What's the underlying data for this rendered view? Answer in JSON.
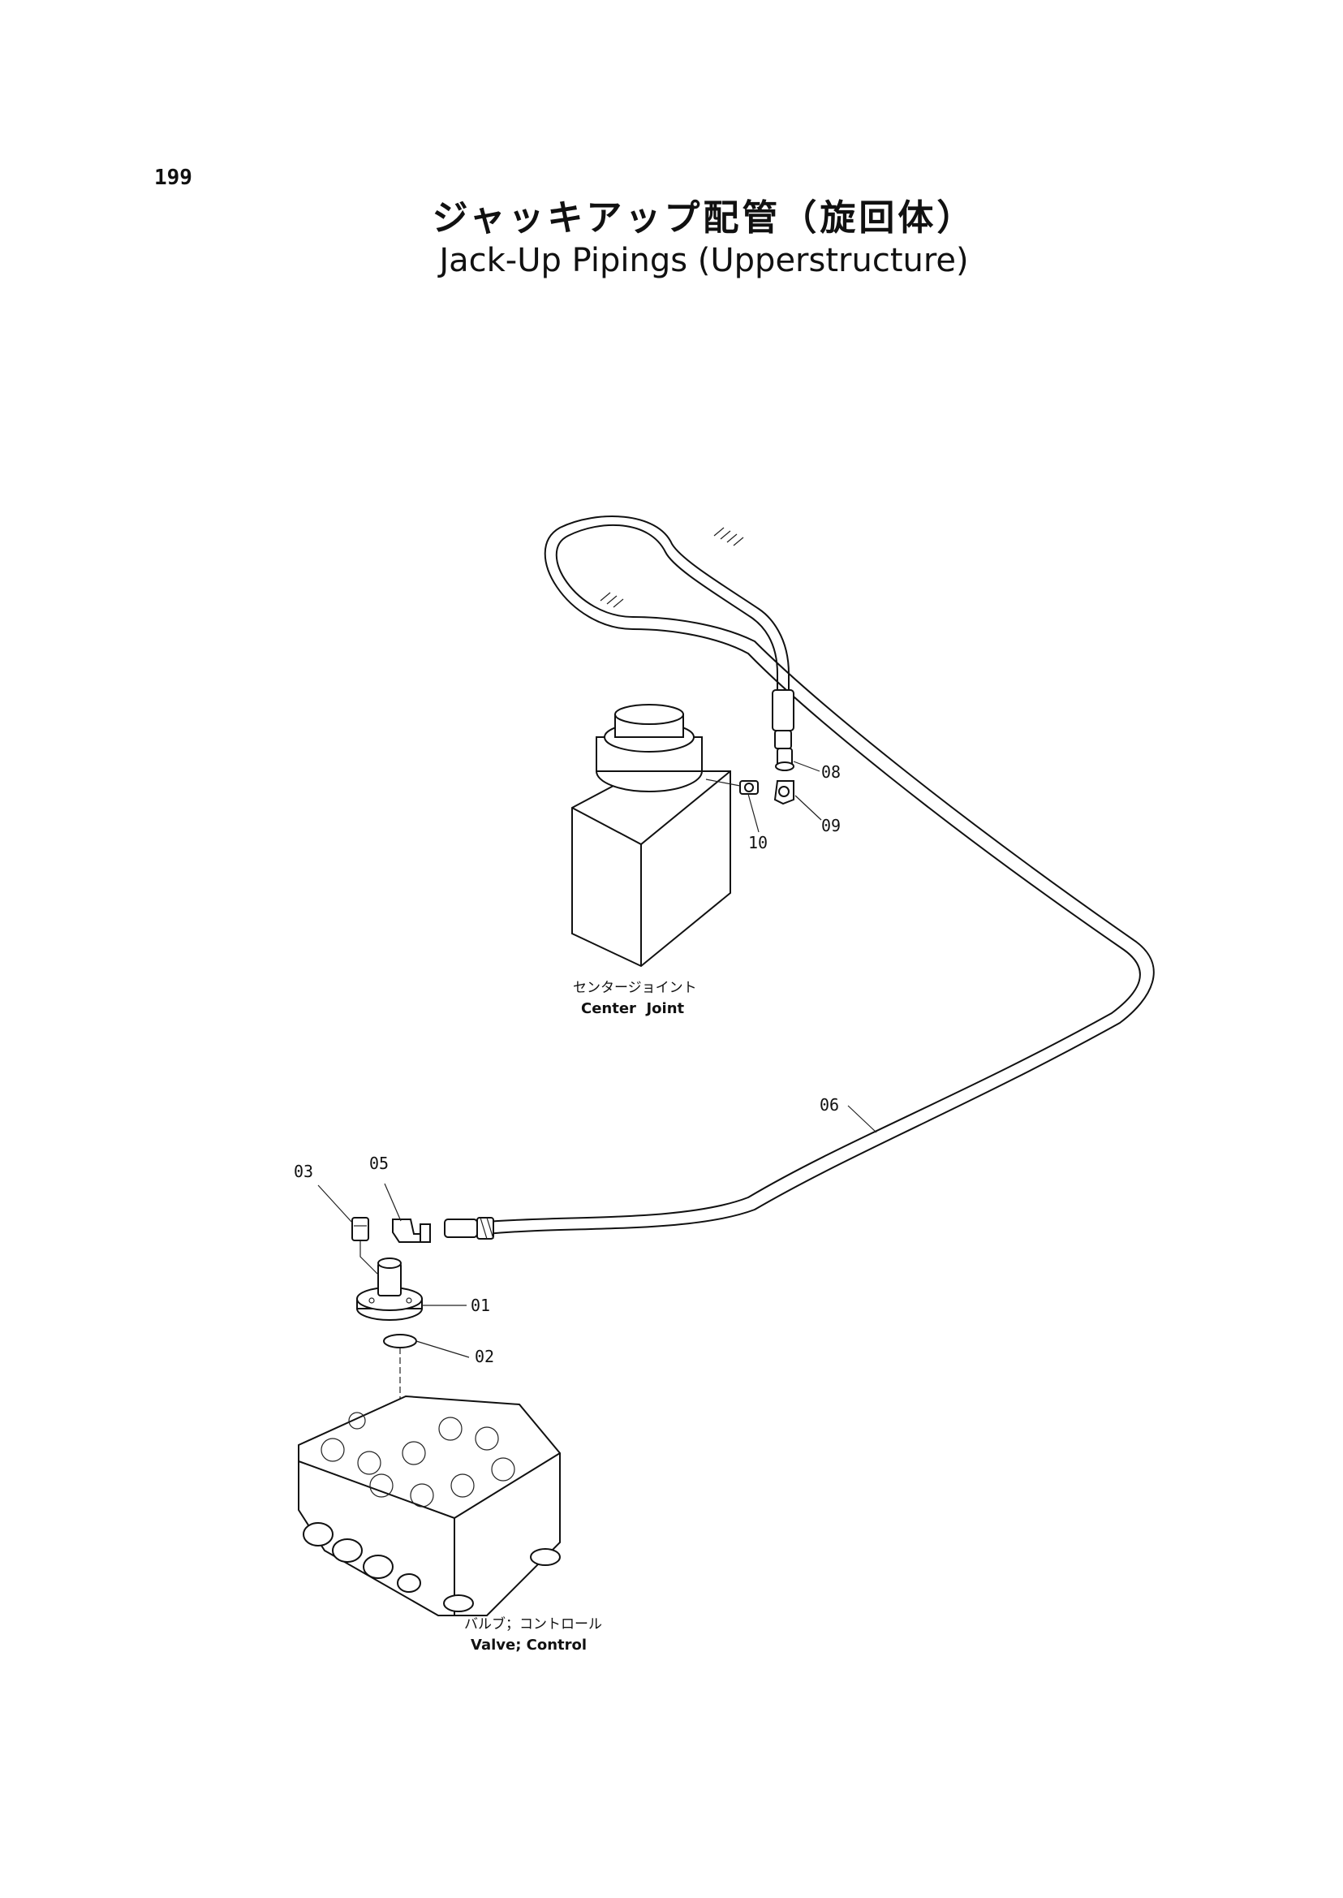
{
  "page": {
    "number": "199",
    "title_jp": "ジャッキアップ配管（旋回体）",
    "title_en": "Jack-Up Pipings (Upperstructure)"
  },
  "diagram": {
    "parts": [
      {
        "id": "01",
        "label": "01"
      },
      {
        "id": "02",
        "label": "02"
      },
      {
        "id": "03",
        "label": "03"
      },
      {
        "id": "05",
        "label": "05"
      },
      {
        "id": "06",
        "label": "06"
      },
      {
        "id": "08",
        "label": "08"
      },
      {
        "id": "09",
        "label": "09"
      },
      {
        "id": "10",
        "label": "10"
      }
    ],
    "components": {
      "center_joint": {
        "label_jp": "センタージョイント",
        "label_en": "Center  Joint"
      },
      "control_valve": {
        "label_jp": "バルブ；コントロール",
        "label_en": "Valve; Control"
      }
    }
  }
}
